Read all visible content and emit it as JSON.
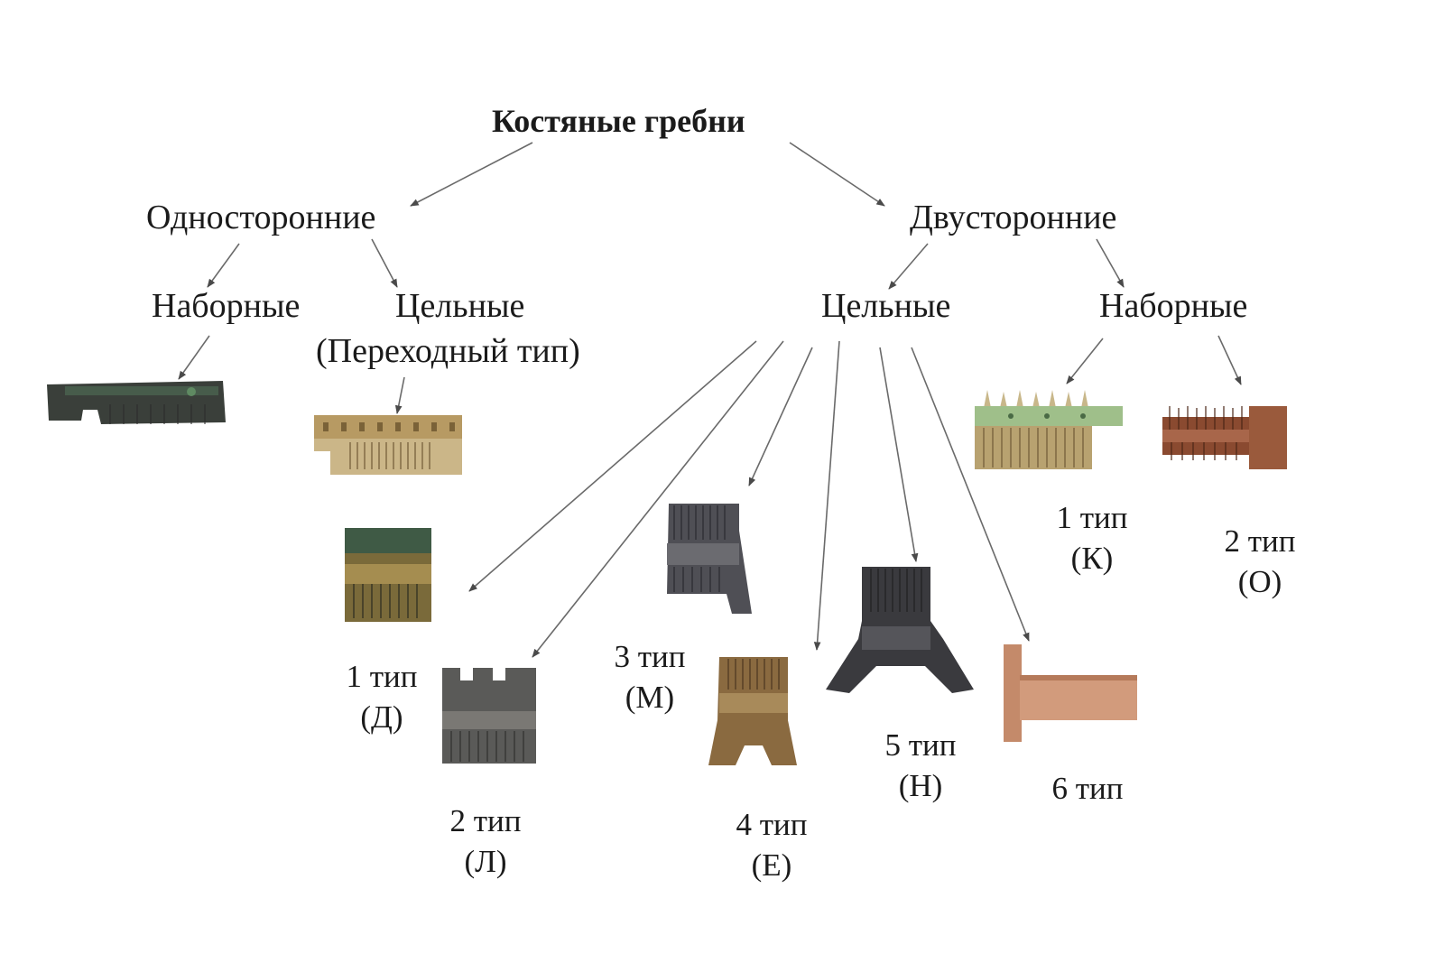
{
  "title": "Костяные гребни",
  "branches": {
    "one_sided": {
      "label": "Односторонние",
      "composite": "Наборные",
      "solid": "Цельные",
      "solid_note": "(Переходный тип)"
    },
    "two_sided": {
      "label": "Двусторонние",
      "solid": "Цельные",
      "composite": "Наборные"
    }
  },
  "solid_types": [
    {
      "type": "1 тип",
      "code": "(Д)"
    },
    {
      "type": "2 тип",
      "code": "(Л)"
    },
    {
      "type": "3 тип",
      "code": "(М)"
    },
    {
      "type": "4 тип",
      "code": "(Е)"
    },
    {
      "type": "5 тип",
      "code": "(Н)"
    },
    {
      "type": "6 тип",
      "code": ""
    }
  ],
  "composite_types": [
    {
      "type": "1 тип",
      "code": "(К)"
    },
    {
      "type": "2 тип",
      "code": "(О)"
    }
  ],
  "colors": {
    "text": "#1a1a1a",
    "arrow": "#5a5a5a",
    "comb_dark": "#3a3f3a",
    "comb_bone": "#b79a63",
    "comb_green": "#9fbf8a",
    "comb_rust": "#8a4a30",
    "comb_copper": "#c48a6a"
  }
}
